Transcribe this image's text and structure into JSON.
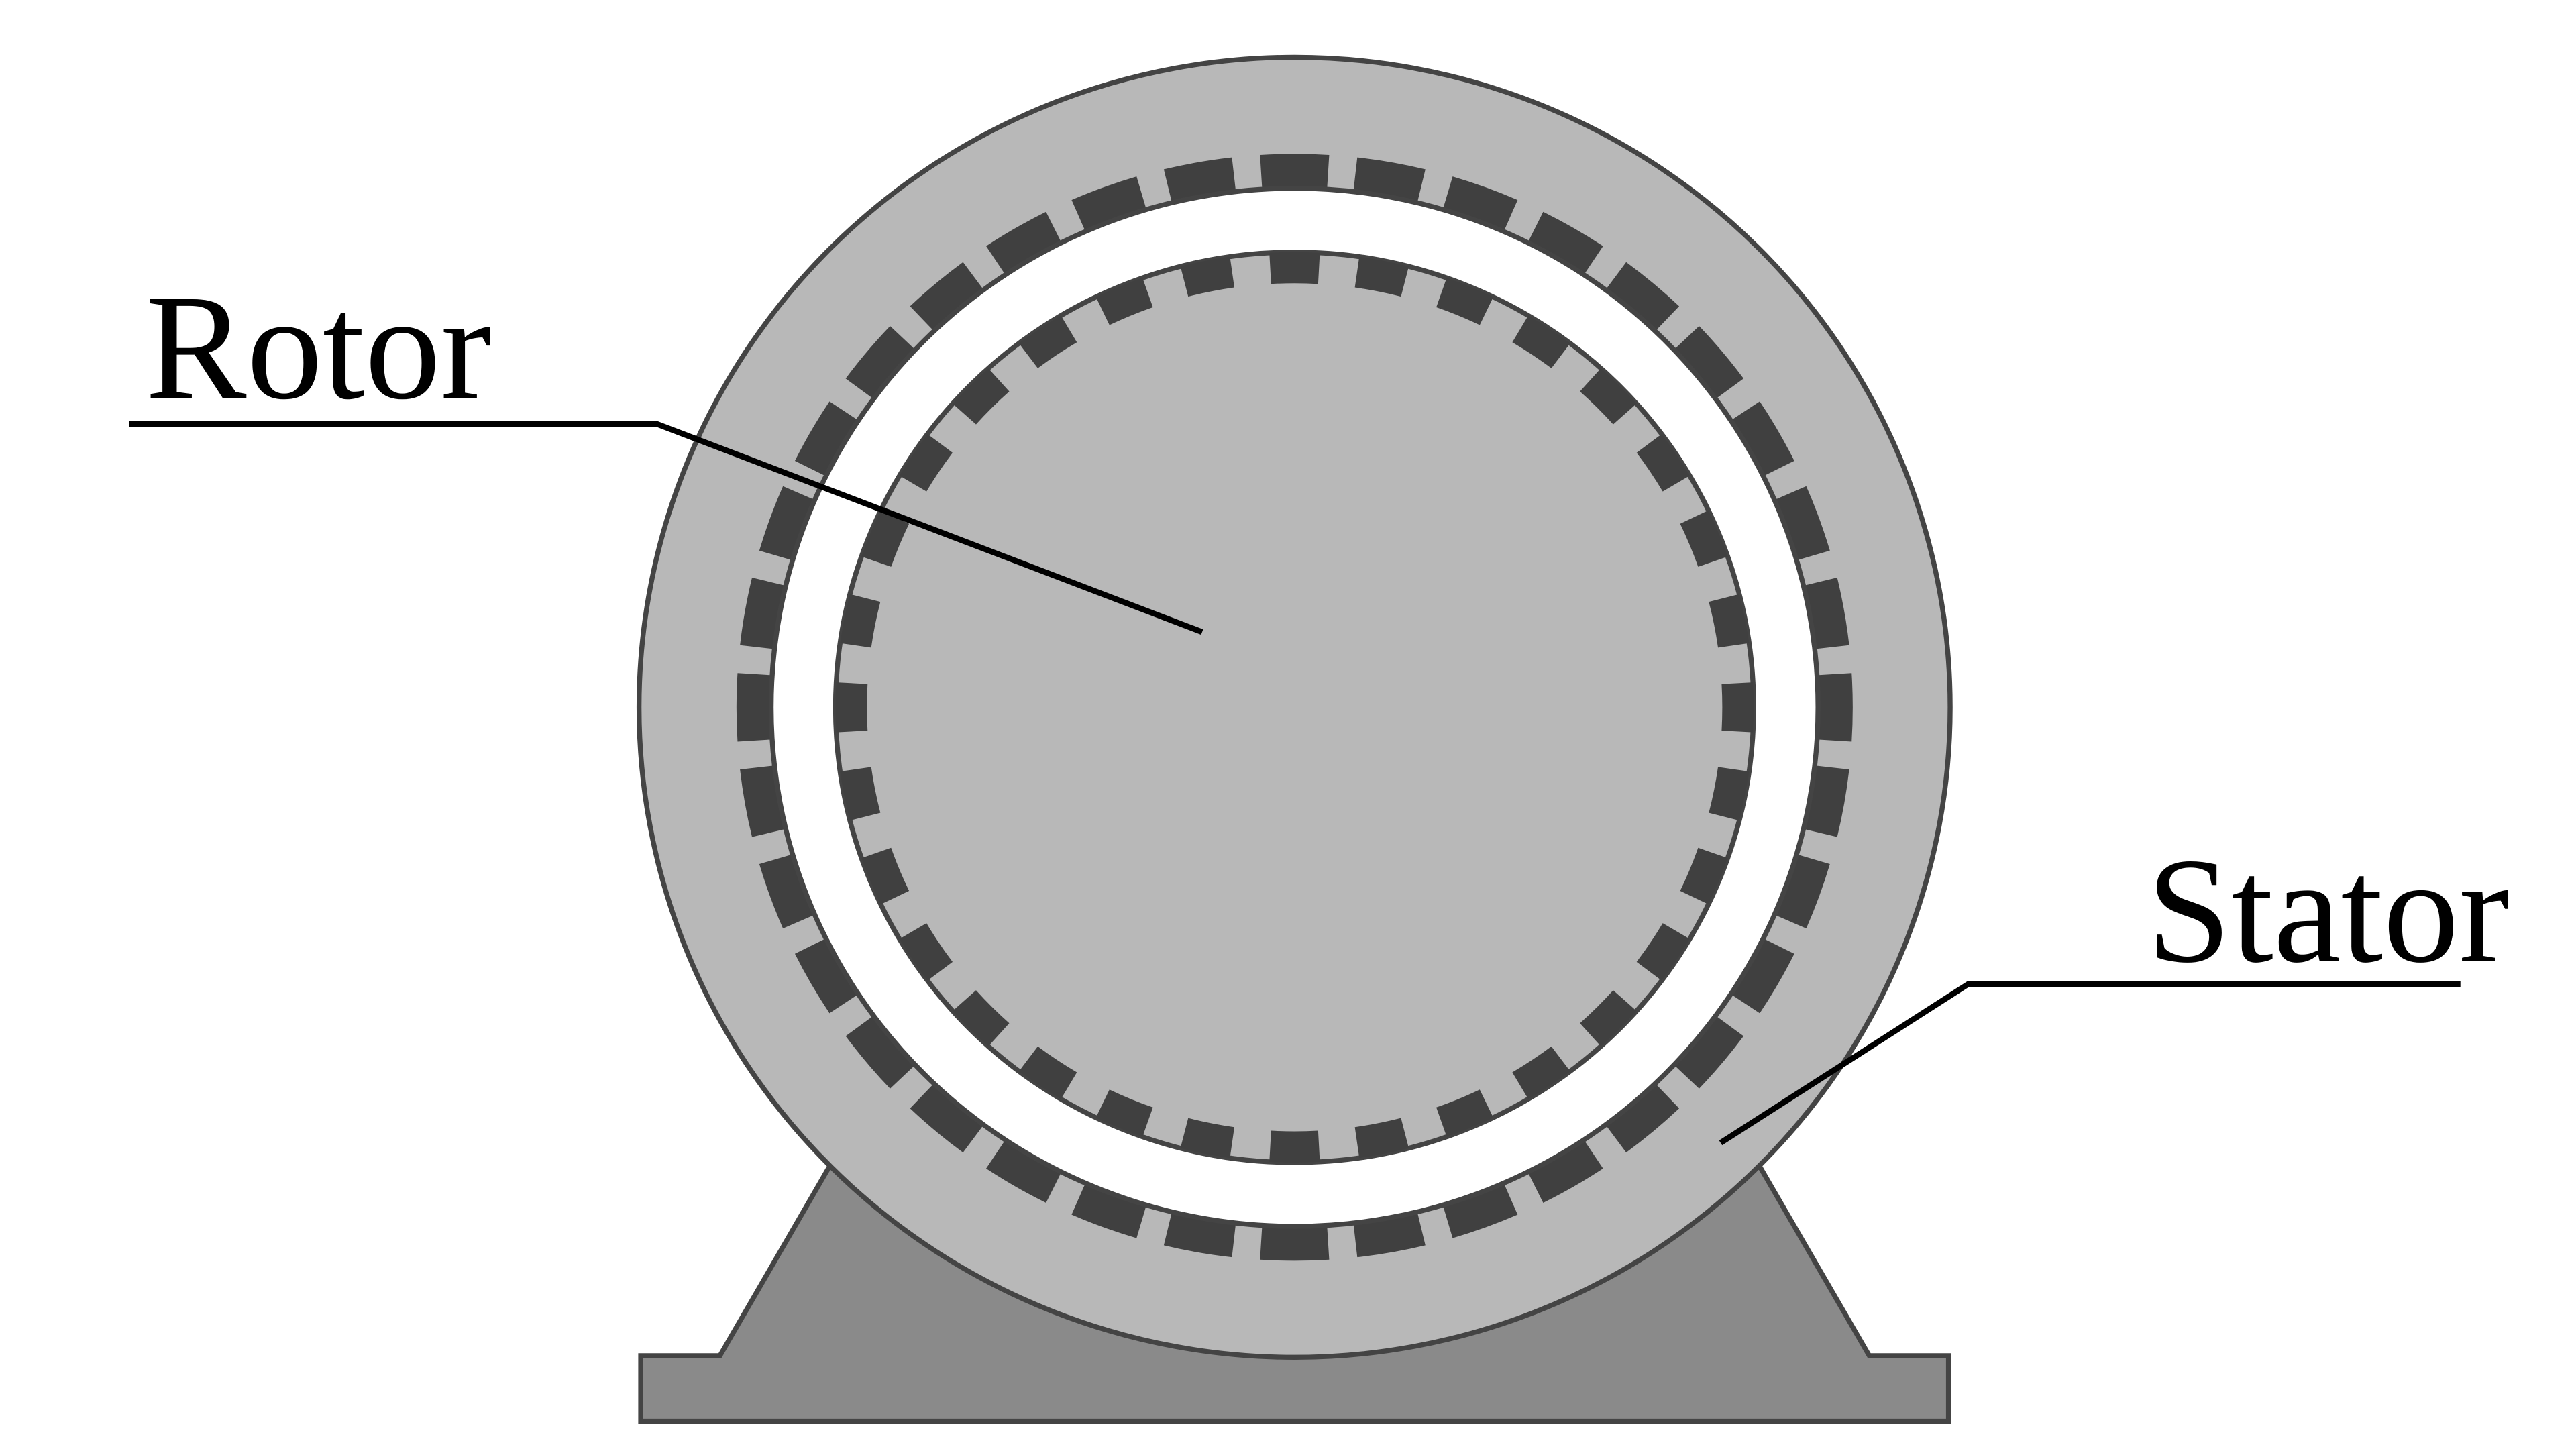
{
  "diagram": {
    "labels": {
      "rotor": "Rotor",
      "stator": "Stator"
    },
    "colors": {
      "background": "#ffffff",
      "stator_fill": "#b8b8b8",
      "rotor_fill": "#b8b8b8",
      "air_gap": "#ffffff",
      "slot_fill": "#404040",
      "base_fill": "#8a8a8a",
      "outline": "#444444",
      "leader_line": "#000000"
    },
    "stator_slot_count": 36,
    "rotor_slot_count": 32
  }
}
